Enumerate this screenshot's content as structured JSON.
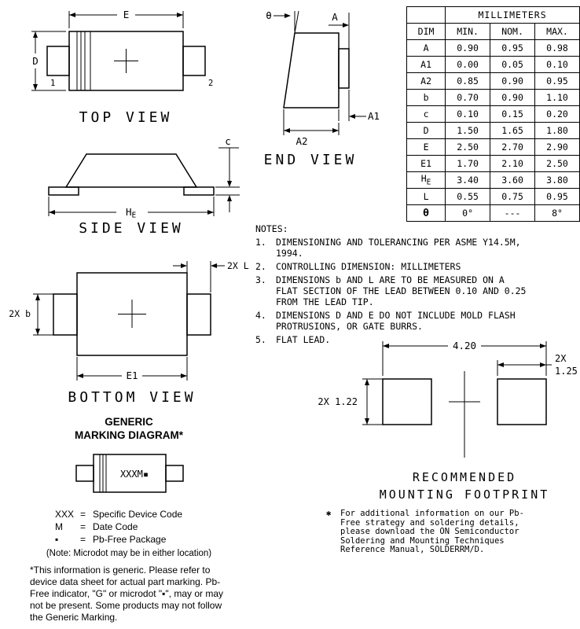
{
  "colors": {
    "ink": "#000000",
    "paper": "#ffffff"
  },
  "table": {
    "title": "MILLIMETERS",
    "headers": [
      "DIM",
      "MIN.",
      "NOM.",
      "MAX."
    ],
    "he_sub": "E",
    "rows": [
      [
        "A",
        "0.90",
        "0.95",
        "0.98"
      ],
      [
        "A1",
        "0.00",
        "0.05",
        "0.10"
      ],
      [
        "A2",
        "0.85",
        "0.90",
        "0.95"
      ],
      [
        "b",
        "0.70",
        "0.90",
        "1.10"
      ],
      [
        "c",
        "0.10",
        "0.15",
        "0.20"
      ],
      [
        "D",
        "1.50",
        "1.65",
        "1.80"
      ],
      [
        "E",
        "2.50",
        "2.70",
        "2.90"
      ],
      [
        "E1",
        "1.70",
        "2.10",
        "2.50"
      ],
      [
        "H",
        "3.40",
        "3.60",
        "3.80"
      ],
      [
        "L",
        "0.55",
        "0.75",
        "0.95"
      ],
      [
        "θ",
        "0°",
        "---",
        "8°"
      ]
    ]
  },
  "views": {
    "top": {
      "label": "TOP VIEW",
      "dim_e": "E",
      "dim_d": "D",
      "pin1": "1",
      "pin2": "2"
    },
    "end": {
      "label": "END VIEW",
      "dim_a": "A",
      "dim_theta": "θ",
      "dim_a1": "A1",
      "dim_a2": "A2"
    },
    "side": {
      "label": "SIDE VIEW",
      "dim_c": "c",
      "dim_he_main": "H",
      "dim_he_sub": "E"
    },
    "bottom": {
      "label": "BOTTOM VIEW",
      "dim_l": "2X L",
      "dim_b": "2X b",
      "dim_e1": "E1"
    }
  },
  "notes": {
    "title": "NOTES:",
    "items": [
      {
        "num": "1.",
        "text": "DIMENSIONING AND TOLERANCING PER ASME Y14.5M, 1994."
      },
      {
        "num": "2.",
        "text": "CONTROLLING DIMENSION: MILLIMETERS"
      },
      {
        "num": "3.",
        "text": "DIMENSIONS b AND L ARE TO BE MEASURED ON A FLAT SECTION OF THE LEAD BETWEEN 0.10 AND 0.25 FROM THE LEAD TIP."
      },
      {
        "num": "4.",
        "text": "DIMENSIONS D AND E DO NOT INCLUDE MOLD FLASH PROTRUSIONS, OR GATE BURRS."
      },
      {
        "num": "5.",
        "text": "FLAT LEAD."
      }
    ]
  },
  "footprint": {
    "title_line1": "RECOMMENDED",
    "title_line2": "MOUNTING FOOTPRINT",
    "dim_span": "4.20",
    "dim_pad_w_qty": "2X",
    "dim_pad_w": "1.25",
    "dim_pad_h": "2X 1.22"
  },
  "marking": {
    "heading_line1": "GENERIC",
    "heading_line2": "MARKING DIAGRAM*",
    "code": "XXXM▪",
    "legend": [
      {
        "key": "XXX",
        "eq": "=",
        "value": "Specific Device Code"
      },
      {
        "key": "M",
        "eq": "=",
        "value": "Date Code"
      },
      {
        "key": "▪",
        "eq": "=",
        "value": "Pb-Free Package"
      }
    ],
    "note": "(Note: Microdot may be in either location)",
    "disclaimer": "*This information is generic. Please refer to device data sheet for actual part marking. Pb-Free indicator, \"G\" or microdot \"▪\", may or may not be present. Some products may not follow the Generic Marking."
  },
  "footnote": {
    "marker": "✱",
    "text": "For additional information on our Pb-Free strategy and soldering details, please download the ON Semiconductor Soldering and Mounting Techniques Reference Manual, SOLDERRM/D."
  }
}
